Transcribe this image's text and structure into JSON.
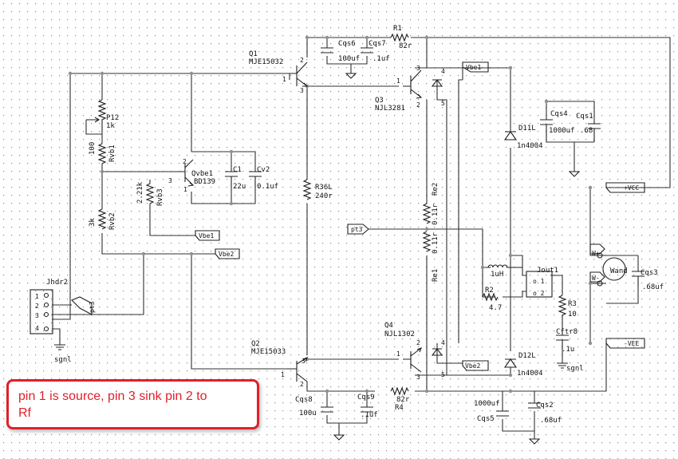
{
  "labels": {
    "q1_ref": "Q1",
    "q1_part": "MJE15032",
    "q2_ref": "Q2",
    "q2_part": "MJE15033",
    "q3_ref": "Q3",
    "q3_part": "NJL3281",
    "q4_ref": "Q4",
    "q4_part": "NJL1302",
    "qvbe_ref": "Qvbe1",
    "qvbe_part": "BD139",
    "r1_ref": "R1",
    "r1_val": "82r",
    "r4_ref": "R4",
    "r4_val": "82r",
    "r2_ref": "R2",
    "r2_val": "4.7",
    "r3_ref": "R3",
    "r3_val": "10",
    "r36_ref": "R36L",
    "r36_val": "240r",
    "rvb1_ref": "Rvb1",
    "rvb1_val": "100",
    "rvb2_ref": "Rvb2",
    "rvb2_val": "3k",
    "rvb3_ref": "Rvb3",
    "rvb3_val": "2.21k",
    "p12_ref": "P12",
    "p12_val": "1k",
    "re1_ref": "Re1",
    "re2_ref": "Re2",
    "re1_val": "0.11r",
    "re2_val": "0.11r",
    "c1_ref": "C1",
    "c1_val": "22u",
    "cv2_ref": "Cv2",
    "cv2_val": "0.1uf",
    "cqs6_ref": "Cqs6",
    "cqs6_val": "100uf",
    "cqs7_ref": "Cqs7",
    "cqs7_val": ".1uf",
    "cqs8_ref": "Cqs8",
    "cqs8_val": "100u",
    "cqs9_ref": "Cqs9",
    "cqs9_val": ".1uf",
    "cqs4_ref": "Cqs4",
    "cqs4_val": "1000uf",
    "cqs1_ref": "Cqs1",
    "cqs1_val": ".68",
    "cqs2_ref": "Cqs2",
    "cqs2_val": ".68uf",
    "cqs5_ref": "Cqs5",
    "cqs5_val": "1000uf",
    "cqs3_ref": "Cqs3",
    "cqs3_val": ".68uf",
    "cftr_ref": "Cftr8",
    "cftr_val": ".1u",
    "d11_ref": "D11L",
    "d11_val": "1n4004",
    "d12_ref": "D12L",
    "d12_val": "1n4004",
    "l_val": "1uH",
    "jout_ref": "Jout1",
    "jhdr_ref": "Jhdr2",
    "wand_ref": "Wand",
    "w_plus": "W+",
    "w_minus": "W-",
    "sgnd1": "sgnl",
    "sgnd2": "sgnl",
    "vbe1_a": "Vbe1",
    "vbe1_b": "Vbe1",
    "vbe2_a": "Vbe2",
    "vbe2_b": "Vbe2",
    "pt3_a": "pt3",
    "pt3_b": "pt3",
    "vcc": "+VCC",
    "vee": "-VEE"
  },
  "note": {
    "line1": "pin 1 is source, pin 3 sink pin 2 to",
    "line2": "Rf"
  }
}
